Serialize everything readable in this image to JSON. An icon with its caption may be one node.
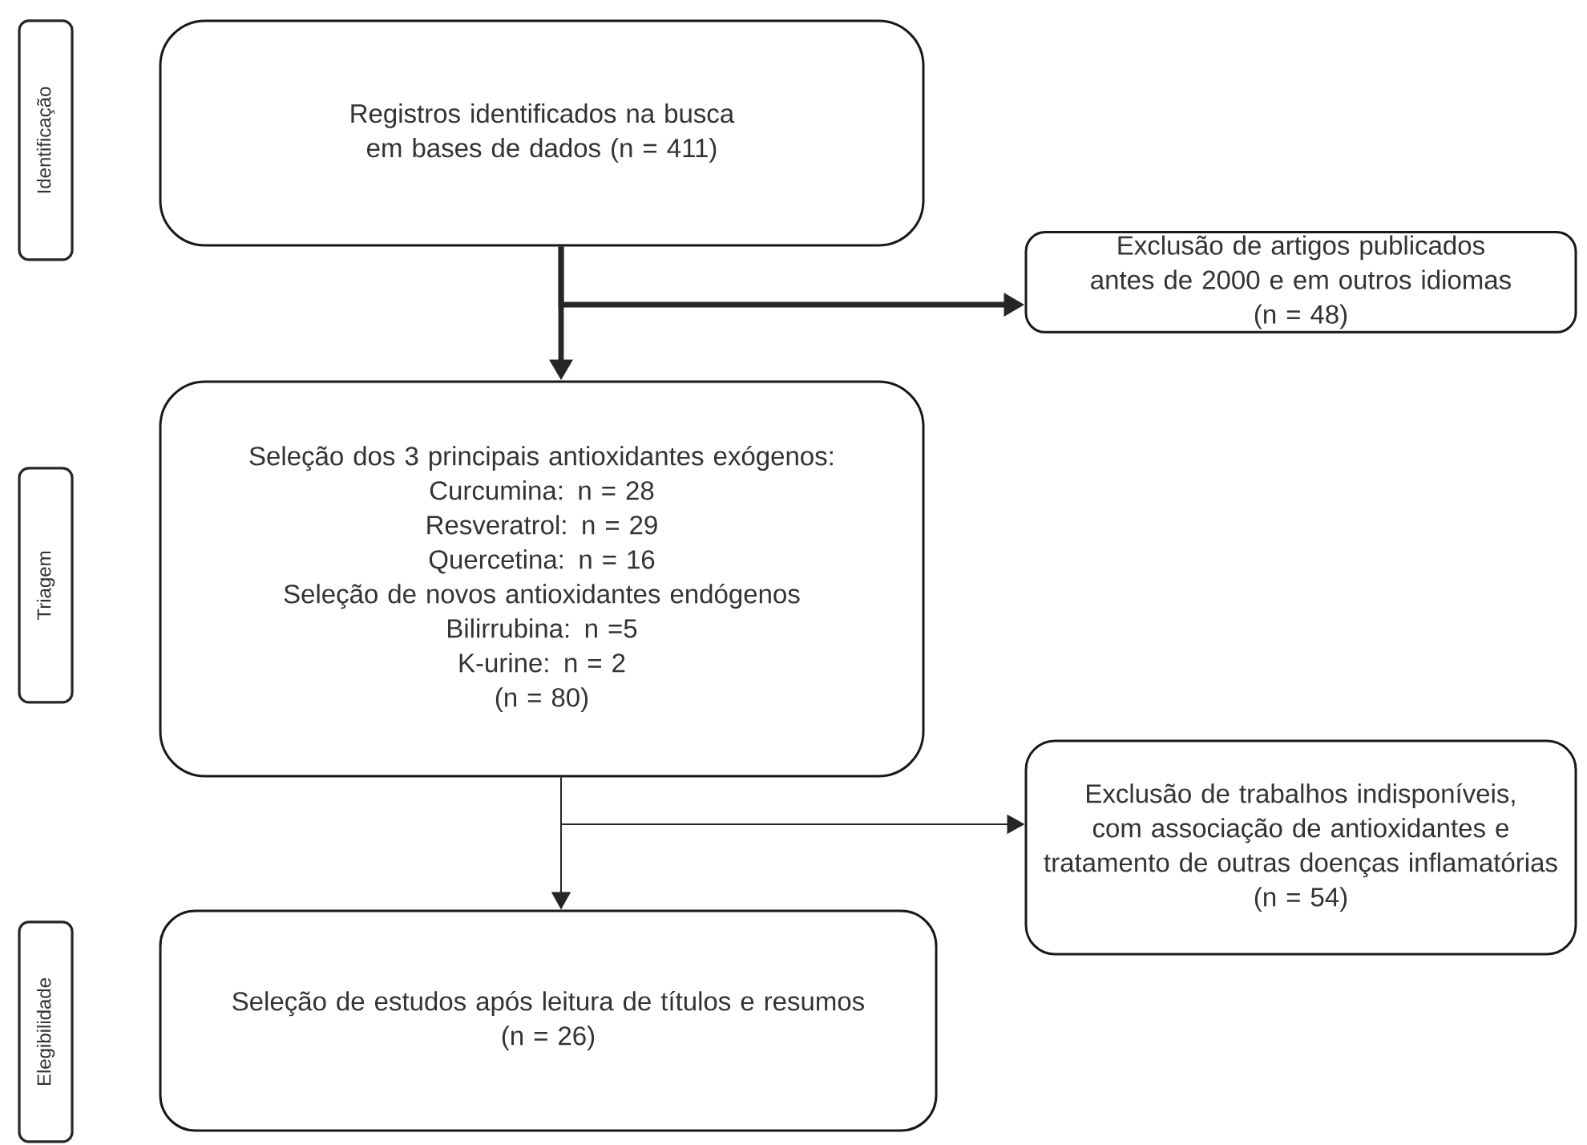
{
  "diagram": {
    "nodes": [
      {
        "text": [
          "Identificação"
        ]
      },
      {
        "text": [
          "Registros identificados na busca em bases de dados (n = 411)"
        ]
      },
      {
        "text": [
          "Exclusão de artigos publicados antes de 2000 e em outros idiomas",
          "(n = 48)"
        ]
      },
      {
        "text": [
          "Triagem"
        ]
      },
      {
        "text": [
          "Seleção dos 3 principais antioxidantes exógenos:",
          "Curcumina: n = 28",
          "Resveratrol: n = 29",
          "Quercetina: n = 16",
          "Seleção de novos antioxidantes endógenos",
          "Bilirrubina: n =5",
          "K-urine: n = 2",
          "(n = 80)"
        ]
      },
      {
        "text": [
          "Exclusão de trabalhos indisponíveis, com associação de antioxidantes e tratamento de outras doenças inflamatórias",
          "(n = 54)"
        ]
      },
      {
        "text": [
          "Elegibilidade"
        ]
      },
      {
        "text": [
          "Seleção de estudos após leitura de títulos e resumos",
          "(n = 26)"
        ]
      }
    ],
    "edges": [
      {
        "from": 1,
        "to": 4,
        "arrow": "to",
        "style": "thick"
      },
      {
        "from": 1,
        "to": 2,
        "arrow": "to",
        "style": "thick"
      },
      {
        "from": 4,
        "to": 7,
        "arrow": "to"
      },
      {
        "from": 4,
        "to": 5,
        "arrow": "to"
      }
    ]
  }
}
